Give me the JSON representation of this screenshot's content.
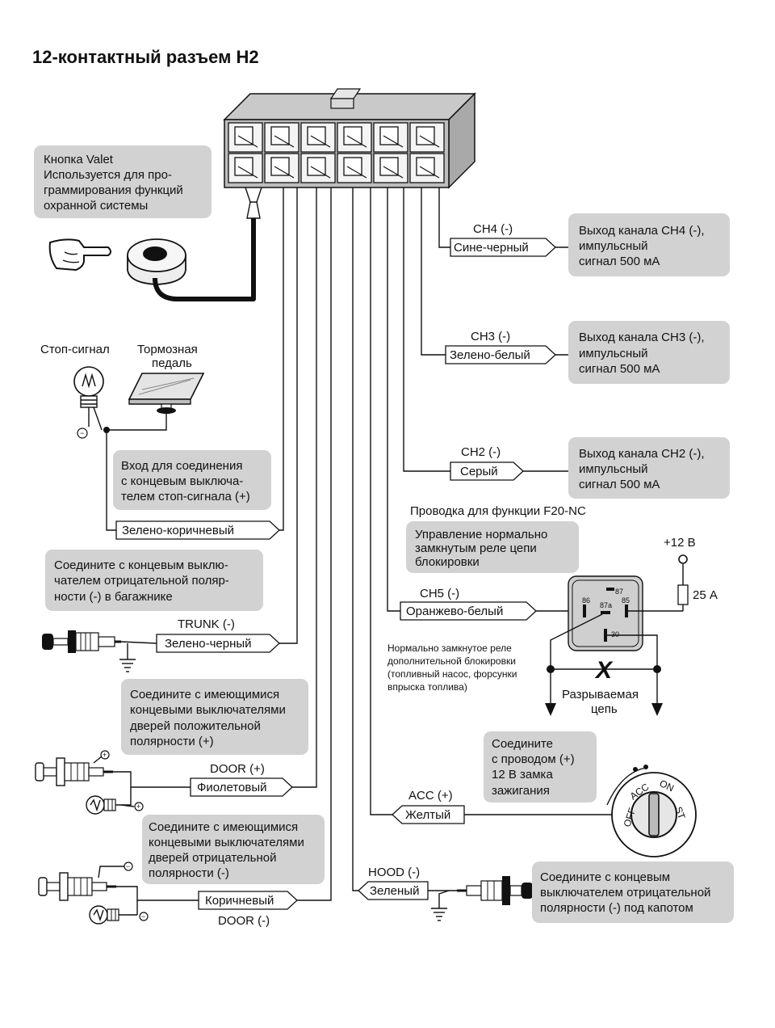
{
  "title": "12-контактный разъем H2",
  "valet": {
    "lines": [
      "Кнопка Valet",
      "Используется для про-",
      "граммирования функций",
      "охранной системы"
    ]
  },
  "outputs": [
    {
      "channel": "CH4 (-)",
      "wire": "Сине-черный",
      "desc": [
        "Выход канала CH4 (-),",
        "импульсный",
        "сигнал 500 мА"
      ]
    },
    {
      "channel": "CH3 (-)",
      "wire": "Зелено-белый",
      "desc": [
        "Выход канала CH3 (-),",
        "импульсный",
        "сигнал 500 мА"
      ]
    },
    {
      "channel": "CH2 (-)",
      "wire": "Серый",
      "desc": [
        "Выход канала CH2 (-),",
        "импульсный",
        "сигнал 500 мА"
      ]
    }
  ],
  "brake": {
    "stop_label": "Стоп-сигнал",
    "pedal_label": [
      "Тормозная",
      "педаль"
    ],
    "desc": [
      "Вход для соединения",
      "с концевым выключа-",
      "телем стоп-сигнала (+)"
    ],
    "wire": "Зелено-коричневый"
  },
  "trunk": {
    "desc": [
      "Соедините с концевым выклю-",
      "чателем отрицательной поляр-",
      "ности (-) в багажнике"
    ],
    "channel": "TRUNK (-)",
    "wire": "Зелено-черный"
  },
  "door_pos": {
    "desc": [
      "Соедините с имеющимися",
      "концевыми выключателями",
      "дверей положительной",
      "полярности (+)"
    ],
    "channel": "DOOR (+)",
    "wire": "Фиолетовый"
  },
  "door_neg": {
    "desc": [
      "Соедините с имеющимися",
      "концевыми выключателями",
      "дверей отрицательной",
      "полярности (-)"
    ],
    "channel": "DOOR (-)",
    "wire": "Коричневый"
  },
  "f20": {
    "heading": "Проводка для функции F20-NC",
    "desc": [
      "Управление нормально",
      "замкнутым реле цепи",
      "блокировки"
    ],
    "channel": "CH5 (-)",
    "wire": "Оранжево-белый",
    "relay_pins": [
      "87",
      "86",
      "87a",
      "85",
      "30"
    ],
    "supply": "+12 В",
    "fuse": "25 А",
    "note": [
      "Нормально замкнутое реле",
      "дополнительной блокировки",
      "(топливный насос, форсунки",
      "впрыска топлива)"
    ],
    "break_mark": "X",
    "break_label": [
      "Разрываемая",
      "цепь"
    ]
  },
  "acc": {
    "desc": [
      "Соедините",
      "с проводом (+)",
      "12 В замка",
      "зажигания"
    ],
    "channel": "ACC (+)",
    "wire": "Желтый",
    "switch_positions": [
      "OFF",
      "ACC",
      "ON",
      "ST"
    ]
  },
  "hood": {
    "channel": "HOOD (-)",
    "wire": "Зеленый",
    "desc": [
      "Соедините с концевым",
      "выключателем отрицательной",
      "полярности (-) под капотом"
    ]
  },
  "symbols": {
    "minus": "−",
    "plus": "+",
    "ground": "ground-icon"
  },
  "colors": {
    "callout": "#d2d2d2",
    "ink": "#111111"
  }
}
